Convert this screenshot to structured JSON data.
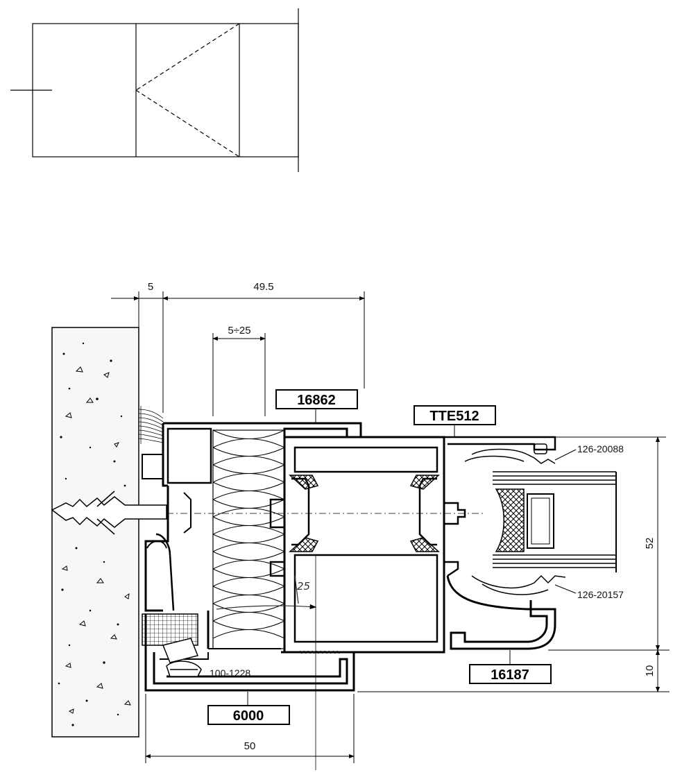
{
  "diagram": {
    "dimensions": {
      "frame_gap": "5",
      "frame_depth": "49.5",
      "insulation_range": "5÷25",
      "vertical_total": "52",
      "vertical_bottom": "10",
      "bottom_width": "50"
    },
    "profile_codes": {
      "top_frame": "16862",
      "sash": "TTE512",
      "bead": "16187",
      "sill": "6000"
    },
    "part_labels": {
      "gasket_top": "126-20088",
      "gasket_bottom": "126-20157",
      "drip_part": "100-1228"
    },
    "handwritten_note": "25"
  },
  "colors": {
    "ink": "#000000",
    "wall_fill": "#f4f4f4",
    "glass_fill": "#ffffff",
    "hatch": "#555555"
  }
}
